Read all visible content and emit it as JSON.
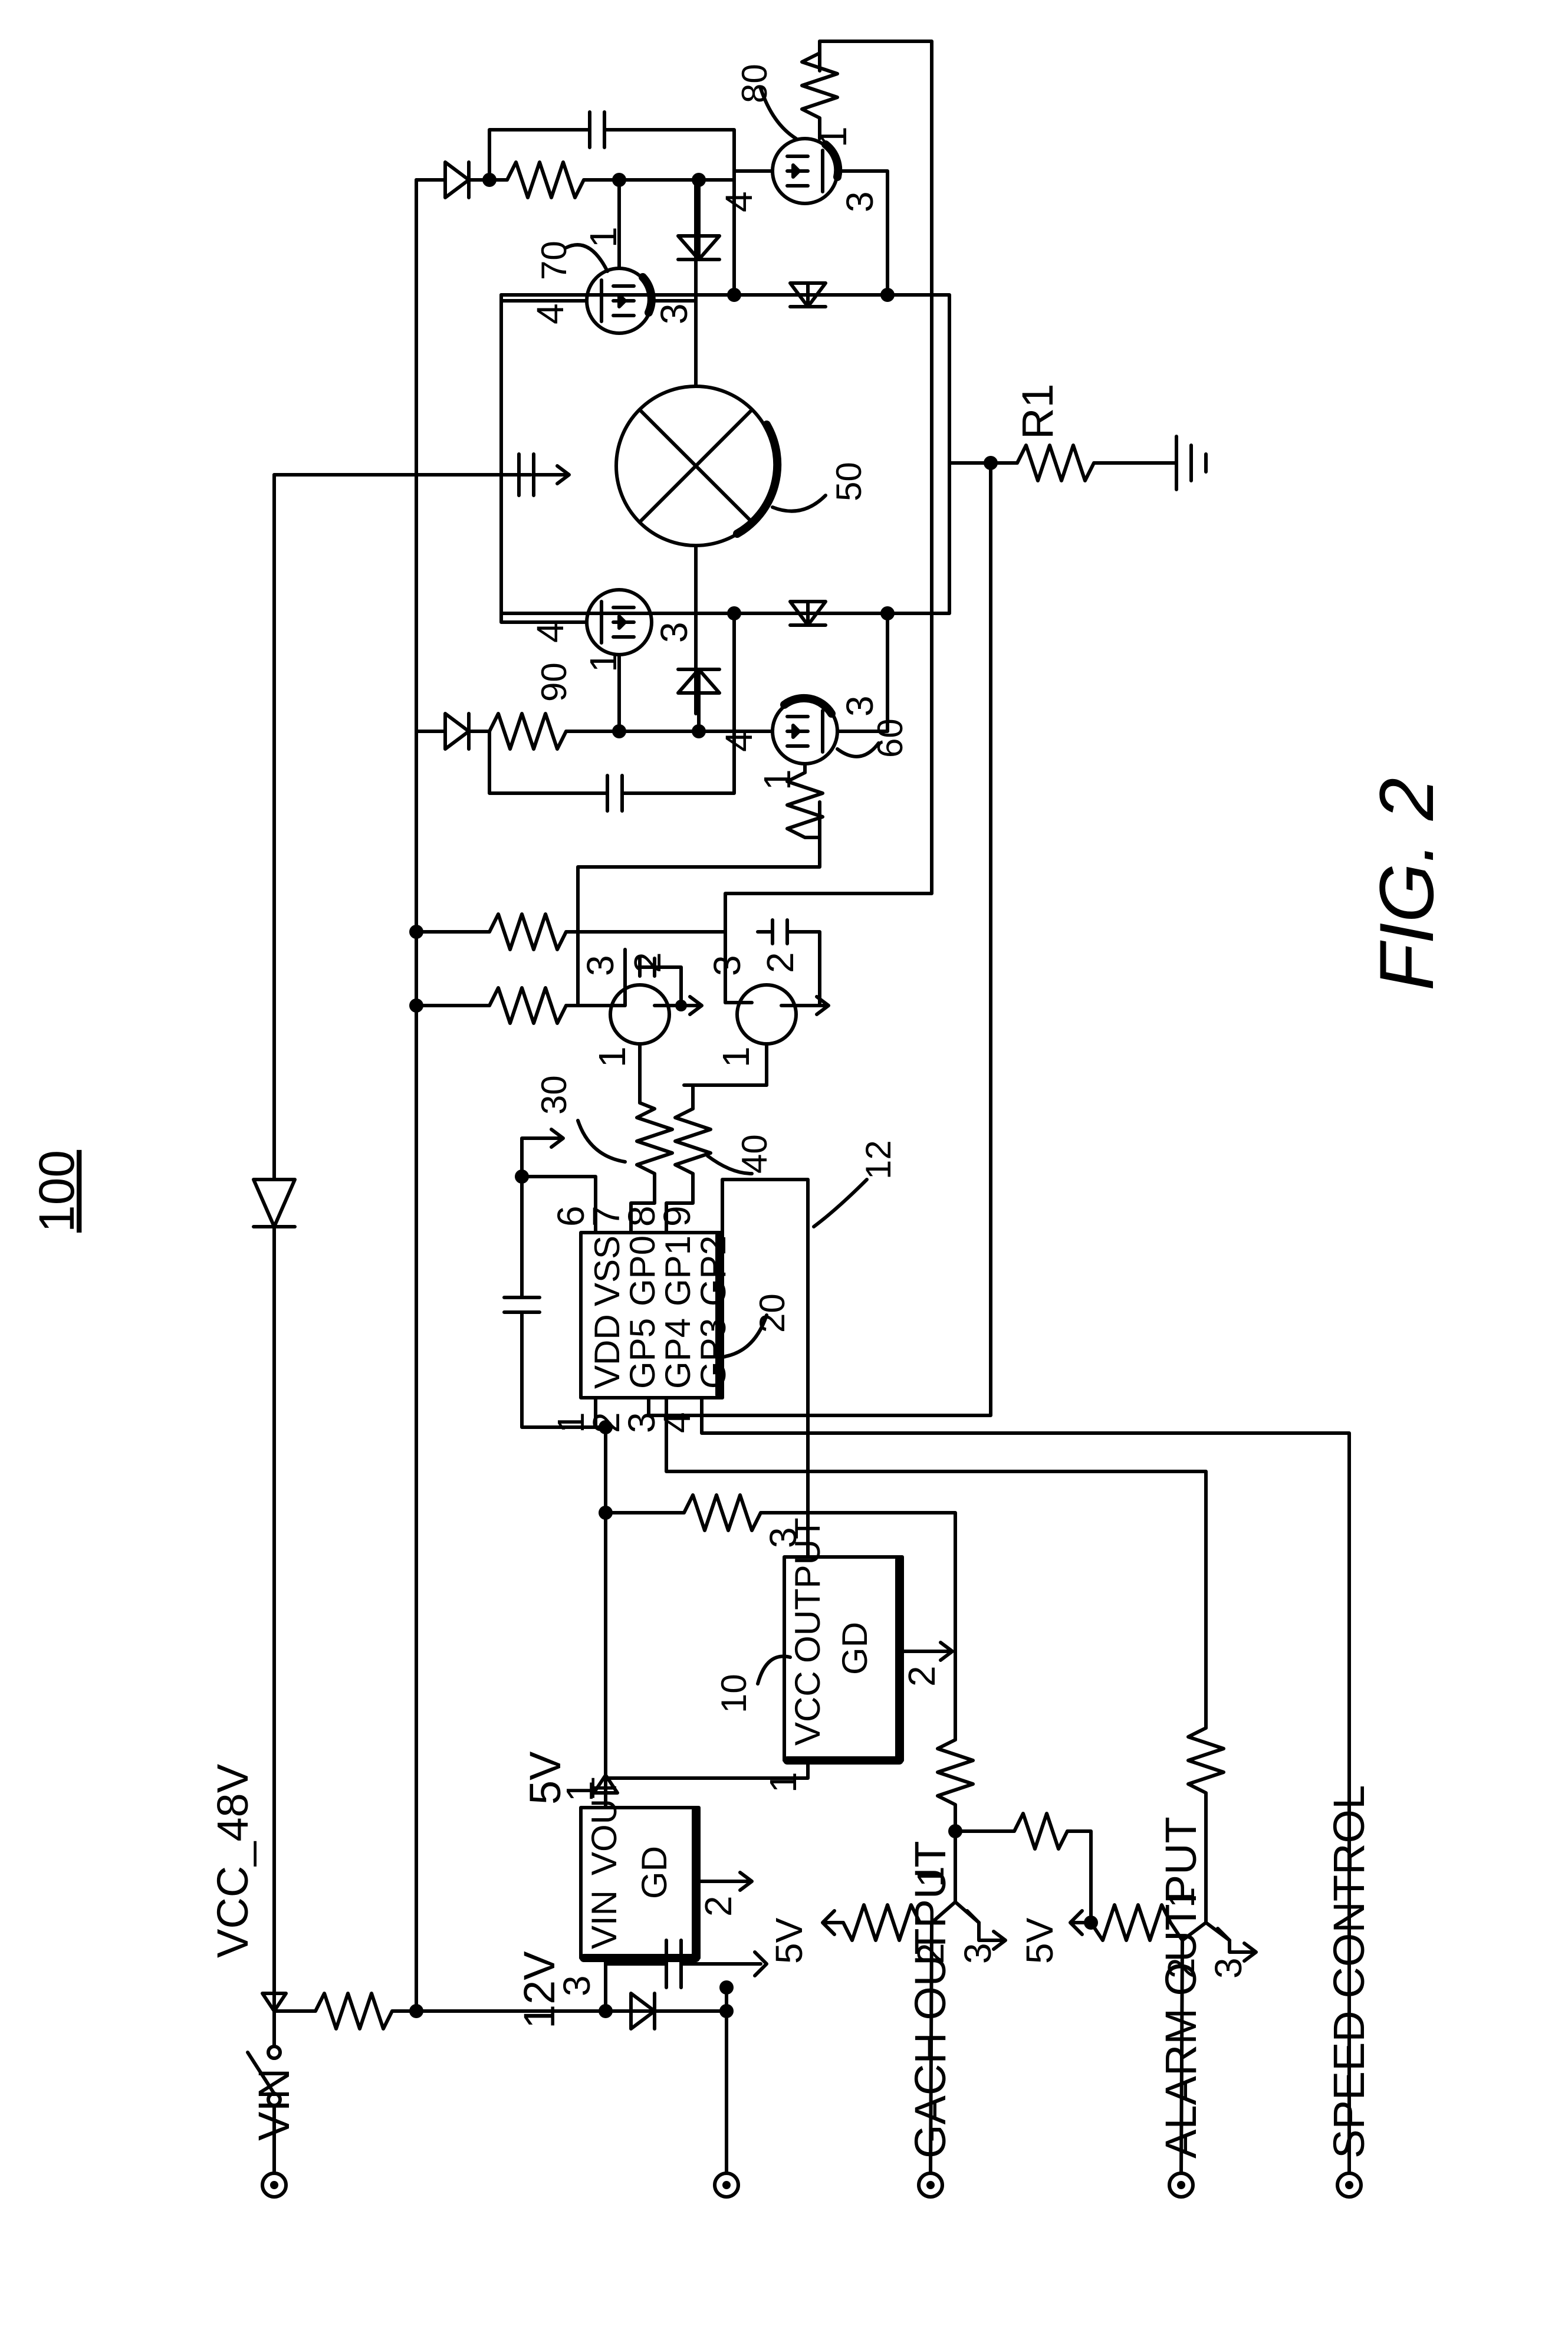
{
  "figure": {
    "ref_number": "100",
    "caption": "FIG. 2"
  },
  "terminals": {
    "vin": "VIN",
    "vcc_48v": "VCC_48V",
    "gach_output": "GACH OUTPUT",
    "alarm_output": "ALARM OUTPUT",
    "speed_control": "SPEED CONTROL"
  },
  "rails": {
    "v12": "12V",
    "v5": "5V"
  },
  "regulator": {
    "vin": "VIN",
    "vout": "VOUT",
    "gd": "GD",
    "pin1": "1",
    "pin2": "2",
    "pin3": "3"
  },
  "hall_ic": {
    "ref": "10",
    "vcc": "VCC",
    "output": "OUTPUT",
    "gd": "GD",
    "pin1": "1",
    "pin2": "2",
    "pin3": "3"
  },
  "controller": {
    "ref": "20",
    "board_ref": "12",
    "vdd": "VDD",
    "vss": "VSS",
    "gp0": "GP0",
    "gp1": "GP1",
    "gp2": "GP2",
    "gp3": "GP3",
    "gp4": "GP4",
    "gp5": "GP5",
    "pins": [
      "1",
      "2",
      "3",
      "4",
      "6",
      "7",
      "8",
      "9"
    ]
  },
  "resistor_refs": {
    "r30": "30",
    "r40": "40",
    "r1": "R1"
  },
  "transistors": {
    "q_upper": {
      "p1": "1",
      "p2": "2",
      "p3": "3"
    },
    "q_lower": {
      "p1": "1",
      "p2": "2",
      "p3": "3"
    }
  },
  "mosfets": {
    "m60": {
      "ref": "60",
      "p1": "1",
      "p3": "3",
      "p4": "4"
    },
    "m70": {
      "ref": "70",
      "p1": "1",
      "p3": "3",
      "p4": "4"
    },
    "m80": {
      "ref": "80",
      "p1": "1",
      "p3": "3",
      "p4": "4"
    },
    "m90": {
      "ref": "90",
      "p1": "1",
      "p3": "3",
      "p4": "4"
    }
  },
  "motor": {
    "ref": "50"
  },
  "output_transistors": {
    "gach": {
      "p1": "1",
      "p2": "2",
      "p3": "3",
      "pullup": "5V"
    },
    "alarm": {
      "p1": "1",
      "p2": "2",
      "p3": "3",
      "pullup": "5V"
    }
  }
}
